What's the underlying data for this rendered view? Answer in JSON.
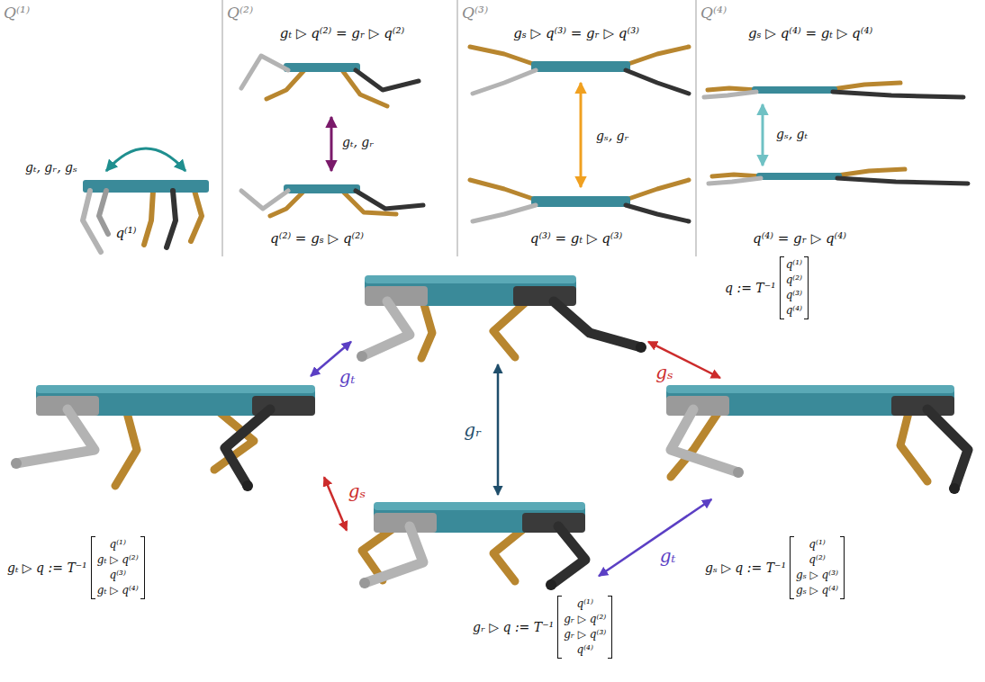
{
  "diagram": {
    "nodes": [
      {
        "text": [
          "Q⁽¹⁾",
          "q⁽¹⁾"
        ]
      },
      {
        "text": [
          "Q⁽²⁾",
          "gₜ ▷ q⁽²⁾ = gᵣ ▷ q⁽²⁾",
          "q⁽²⁾ = gₛ ▷ q⁽²⁾"
        ]
      },
      {
        "text": [
          "Q⁽³⁾",
          "gₛ ▷ q⁽³⁾ = gᵣ ▷ q⁽³⁾",
          "q⁽³⁾ = gₜ ▷ q⁽³⁾"
        ]
      },
      {
        "text": [
          "Q⁽⁴⁾",
          "gₛ ▷ q⁽⁴⁾ = gₜ ▷ q⁽⁴⁾",
          "q⁽⁴⁾ = gᵣ ▷ q⁽⁴⁾"
        ]
      },
      {
        "text": [
          "q := T⁻¹",
          "q⁽¹⁾",
          "q⁽²⁾",
          "q⁽³⁾",
          "q⁽⁴⁾"
        ]
      },
      {
        "text": [
          "gₜ ▷ q := T⁻¹",
          "q⁽¹⁾",
          "gₜ ▷ q⁽²⁾",
          "q⁽³⁾",
          "gₜ ▷ q⁽⁴⁾"
        ]
      },
      {
        "text": [
          "gₛ ▷ q := T⁻¹",
          "q⁽¹⁾",
          "q⁽²⁾",
          "gₛ ▷ q⁽³⁾",
          "gₛ ▷ q⁽⁴⁾"
        ]
      },
      {
        "text": [
          "gᵣ ▷ q := T⁻¹",
          "q⁽¹⁾",
          "gᵣ ▷ q⁽²⁾",
          "gᵣ ▷ q⁽³⁾",
          "q⁽⁴⁾"
        ]
      }
    ],
    "edges": [
      {
        "from": 4,
        "to": 5,
        "label": "gₜ",
        "arrow": "both"
      },
      {
        "from": 4,
        "to": 6,
        "label": "gₛ",
        "arrow": "both"
      },
      {
        "from": 4,
        "to": 7,
        "label": "gᵣ",
        "arrow": "both"
      },
      {
        "from": 5,
        "to": 7,
        "label": "gₛ",
        "arrow": "both"
      },
      {
        "from": 6,
        "to": 7,
        "label": "gₜ",
        "arrow": "both"
      }
    ],
    "labels": [
      "gₜ, gᵣ, gₛ",
      "gₜ, gᵣ",
      "gₛ, gᵣ",
      "gₛ, gₜ"
    ]
  }
}
